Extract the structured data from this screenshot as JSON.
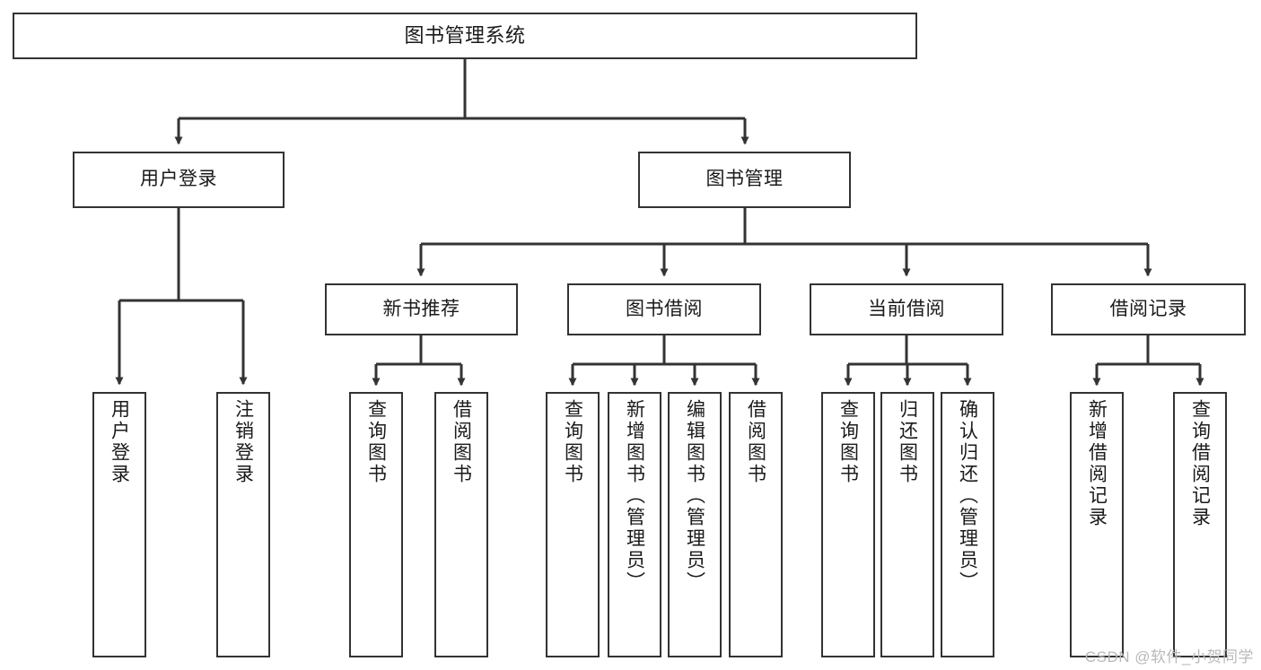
{
  "diagram": {
    "title": "图书管理系统",
    "type": "hierarchy-tree",
    "colors": {
      "node_border": "#333333",
      "node_fill": "#ffffff",
      "edge": "#333333",
      "text": "#1a1a1a",
      "watermark": "#b9b9b9",
      "background": "#ffffff"
    },
    "watermark": "CSDN @软件_小贺同学",
    "nodes": {
      "root": {
        "label": "图书管理系统"
      },
      "level2": [
        {
          "id": "user-login",
          "label": "用户登录"
        },
        {
          "id": "book-manage",
          "label": "图书管理"
        }
      ],
      "level3": [
        {
          "id": "new-book-recommend",
          "label": "新书推荐"
        },
        {
          "id": "book-borrow",
          "label": "图书借阅"
        },
        {
          "id": "current-borrow",
          "label": "当前借阅"
        },
        {
          "id": "borrow-record",
          "label": "借阅记录"
        }
      ],
      "leaves": {
        "user-login": [
          {
            "id": "leaf-user-login",
            "label": "用户登录"
          },
          {
            "id": "leaf-logout-login",
            "label": "注销登录"
          }
        ],
        "new-book-recommend": [
          {
            "id": "leaf-query-book-1",
            "label": "查询图书"
          },
          {
            "id": "leaf-borrow-book-1",
            "label": "借阅图书"
          }
        ],
        "book-borrow": [
          {
            "id": "leaf-query-book-2",
            "label": "查询图书"
          },
          {
            "id": "leaf-add-book",
            "label": "新增图书（管理员）"
          },
          {
            "id": "leaf-edit-book",
            "label": "编辑图书（管理员）"
          },
          {
            "id": "leaf-borrow-book-2",
            "label": "借阅图书"
          }
        ],
        "current-borrow": [
          {
            "id": "leaf-query-book-3",
            "label": "查询图书"
          },
          {
            "id": "leaf-return-book",
            "label": "归还图书"
          },
          {
            "id": "leaf-confirm-return",
            "label": "确认归还（管理员）"
          }
        ],
        "borrow-record": [
          {
            "id": "leaf-add-record",
            "label": "新增借阅记录"
          },
          {
            "id": "leaf-query-record",
            "label": "查询借阅记录"
          }
        ]
      }
    }
  }
}
